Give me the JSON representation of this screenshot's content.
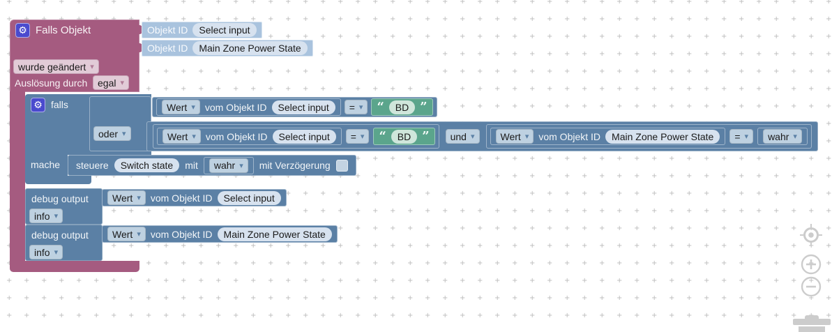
{
  "colors": {
    "trigger": "#a55b80",
    "logic": "#5b80a5",
    "string": "#5ba58c",
    "grid": "#b9b9b9",
    "icon": "#cccccc",
    "mutator": "#4a4ace"
  },
  "icons": {
    "gear": "⚙"
  },
  "trigger_block": {
    "title": "Falls Objekt",
    "oid_rows": [
      {
        "label": "Objekt ID",
        "value": "Select input"
      },
      {
        "label": "Objekt ID",
        "value": "Main Zone Power State"
      }
    ],
    "change_dd": "wurde geändert",
    "trigger_label": "Auslösung durch",
    "trigger_dd": "egal"
  },
  "if_block": {
    "label": "falls",
    "op_dd": "oder",
    "do_label": "mache"
  },
  "cond1": {
    "value_dd": "Wert",
    "vom": "vom Objekt ID",
    "oid": "Select input",
    "cmp_dd": "=",
    "quote_open": "“",
    "text": "BD",
    "quote_close": "”"
  },
  "cond2a": {
    "value_dd": "Wert",
    "vom": "vom Objekt ID",
    "oid": "Select input",
    "cmp_dd": "=",
    "quote_open": "“",
    "text": "BD",
    "quote_close": "”"
  },
  "cond2_join_dd": "und",
  "cond2b": {
    "value_dd": "Wert",
    "vom": "vom Objekt ID",
    "oid": "Main Zone Power State",
    "cmp_dd": "=",
    "bool_dd": "wahr"
  },
  "control_block": {
    "label": "steuere",
    "oid": "Switch state",
    "mit": "mit",
    "value_dd": "wahr",
    "delay_label": "mit Verzögerung"
  },
  "debug1": {
    "label": "debug output",
    "value_dd": "Wert",
    "vom": "vom Objekt ID",
    "oid": "Select input",
    "level_dd": "info"
  },
  "debug2": {
    "label": "debug output",
    "value_dd": "Wert",
    "vom": "vom Objekt ID",
    "oid": "Main Zone Power State",
    "level_dd": "info"
  }
}
